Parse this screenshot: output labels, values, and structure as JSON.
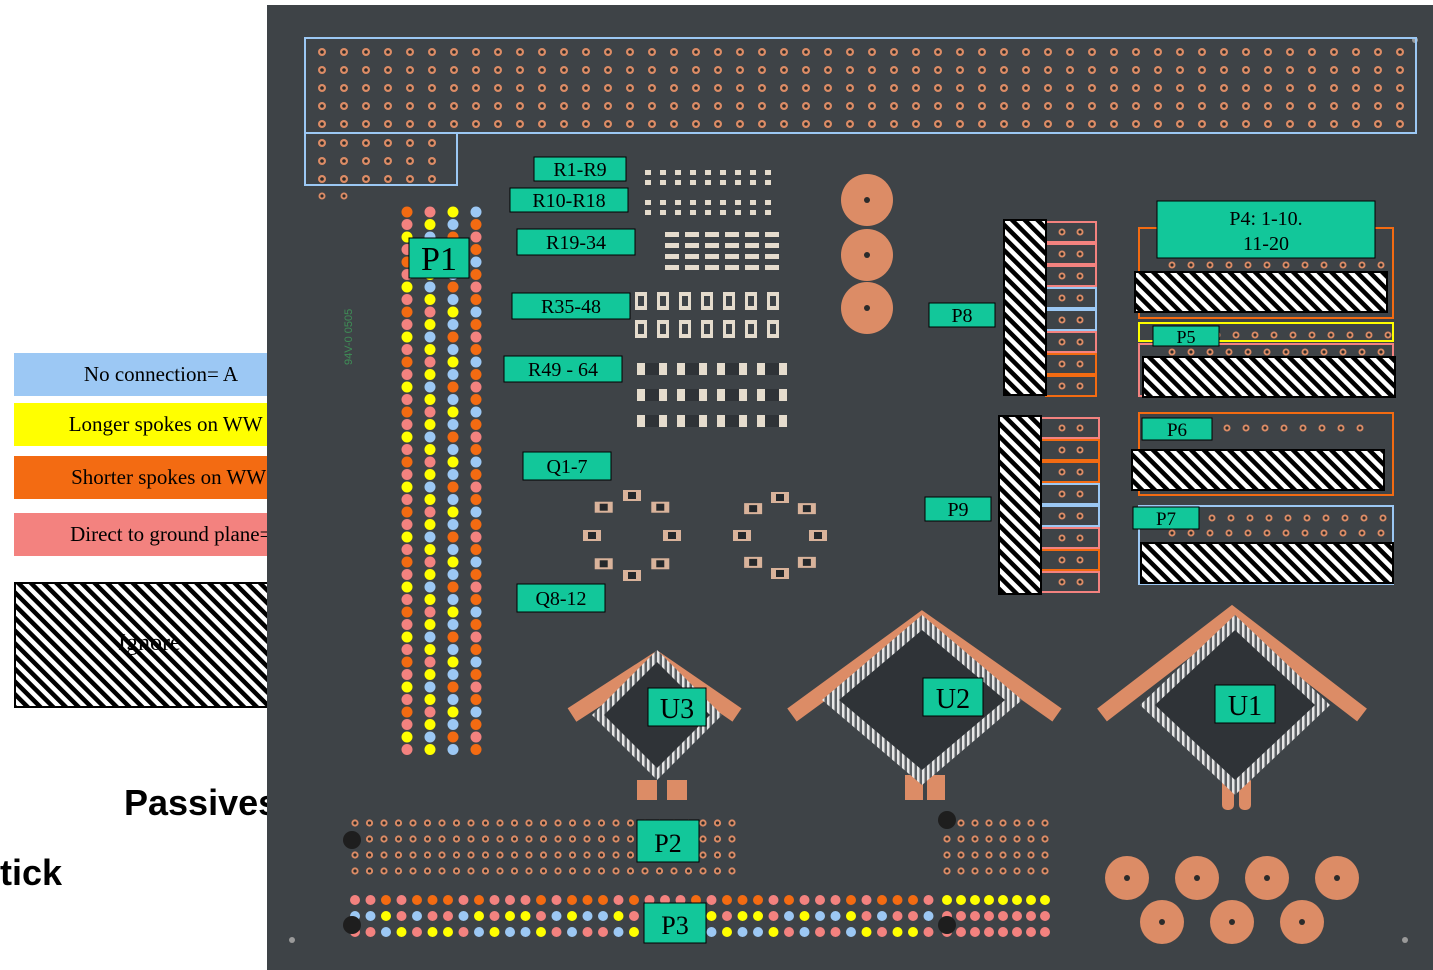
{
  "legend": {
    "items": [
      {
        "label": "No connection= A",
        "color": "#9cc8f4"
      },
      {
        "label": "Longer spokes on WW =B",
        "color": "#ffff00"
      },
      {
        "label": "Shorter spokes on WW =C",
        "color": "#f36b12"
      },
      {
        "label": "Direct to ground plane= D",
        "color": "#f3827f"
      }
    ],
    "ignore_label": "Ignore"
  },
  "captions": {
    "line1": "Passives",
    "line2": "tick"
  },
  "board": {
    "silk_text": "94V-0 0505",
    "component_labels": {
      "r1": "R1-R9",
      "r10": "R10-R18",
      "r19": "R19-34",
      "r35": "R35-48",
      "r49": "R49 - 64",
      "q1": "Q1-7",
      "q8": "Q8-12",
      "p1": "P1",
      "p2": "P2",
      "p3": "P3",
      "p4_line1": "P4: 1-10.",
      "p4_line2": "11-20",
      "p5": "P5",
      "p6": "P6",
      "p7": "P7",
      "p8": "P8",
      "p9": "P9",
      "u1": "U1",
      "u2": "U2",
      "u3": "U3"
    },
    "colors": {
      "board": "#3e4347",
      "label": "#12c79a",
      "copper": "#dc8c66",
      "a": "#9cc8f4",
      "b": "#ffff00",
      "c": "#f36b12",
      "d": "#f3827f"
    }
  }
}
